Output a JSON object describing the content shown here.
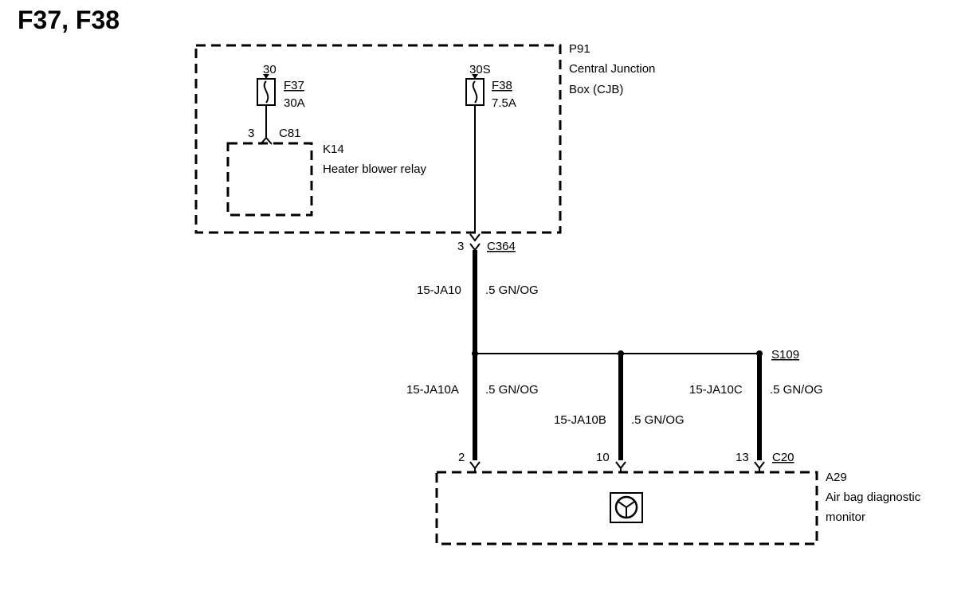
{
  "page_title": "F37, F38",
  "cjb": {
    "id": "P91",
    "name_line1": "Central Junction",
    "name_line2": "Box (CJB)"
  },
  "fuse_f37": {
    "supply": "30",
    "id": "F37",
    "rating": "30A"
  },
  "fuse_f38": {
    "supply": "30S",
    "id": "F38",
    "rating": "7.5A"
  },
  "relay": {
    "pin": "3",
    "connector": "C81",
    "id": "K14",
    "name": "Heater blower relay"
  },
  "connector_c364": {
    "pin": "3",
    "id": "C364"
  },
  "wire_main": {
    "circuit": "15-JA10",
    "spec": ".5 GN/OG"
  },
  "splice": {
    "id": "S109"
  },
  "wire_a": {
    "circuit": "15-JA10A",
    "spec": ".5 GN/OG"
  },
  "wire_b": {
    "circuit": "15-JA10B",
    "spec": ".5 GN/OG"
  },
  "wire_c": {
    "circuit": "15-JA10C",
    "spec": ".5 GN/OG"
  },
  "connector_c20": {
    "pin_a": "2",
    "pin_b": "10",
    "pin_c": "13",
    "id": "C20"
  },
  "monitor": {
    "id": "A29",
    "name_line1": "Air bag diagnostic",
    "name_line2": "monitor",
    "icon": "steering-wheel-icon"
  }
}
